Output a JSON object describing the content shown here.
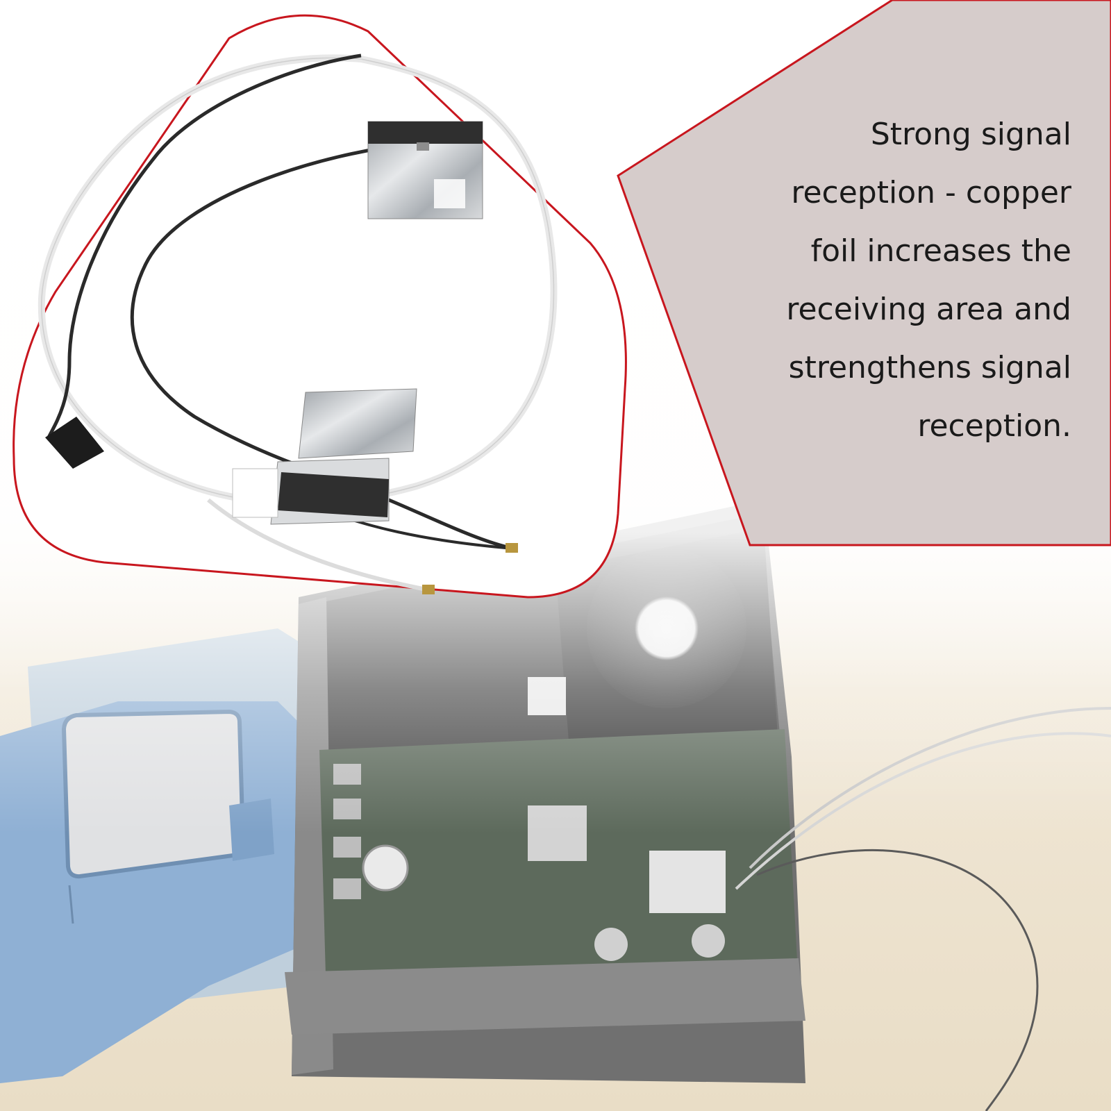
{
  "callout": {
    "lines": [
      "Strong signal",
      "reception - copper",
      "foil increases the",
      "receiving area and",
      "strengthens signal",
      "reception."
    ]
  },
  "colors": {
    "accent_outline": "#c8161e",
    "callout_fill": "#d6cccb",
    "board_green": "#5d6a5c",
    "tray_blue": "#8fb0d4",
    "background_beige": "#efe6d5"
  }
}
